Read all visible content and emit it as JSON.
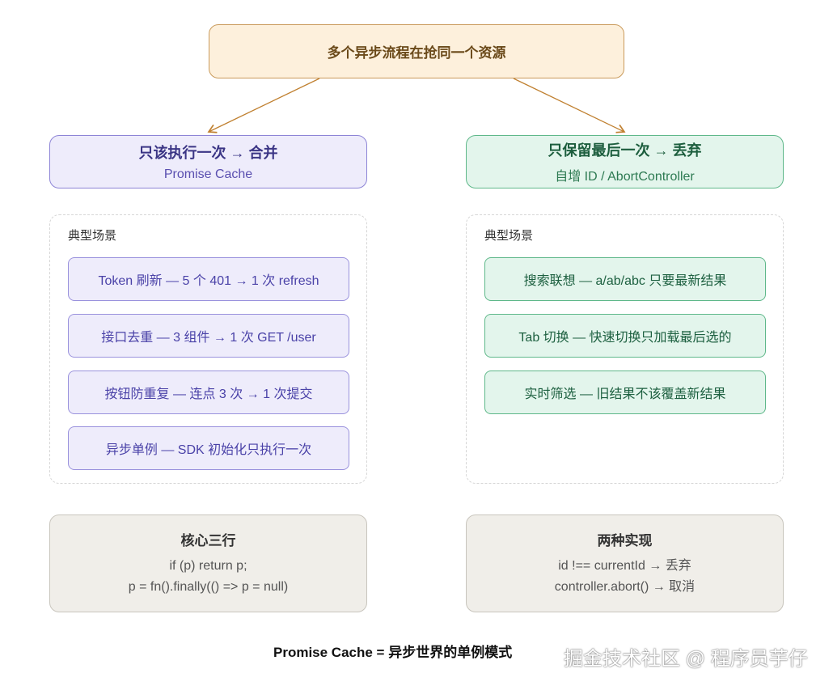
{
  "top": {
    "title": "多个异步流程在抢同一个资源"
  },
  "left": {
    "title": "只该执行一次 → 合并",
    "subtitle": "Promise Cache",
    "section_label": "典型场景",
    "items": [
      "Token 刷新 — 5 个 401 → 1 次 refresh",
      "接口去重 — 3 组件 → 1 次 GET /user",
      "按钮防重复 — 连点 3 次 → 1 次提交",
      "异步单例 — SDK 初始化只执行一次"
    ],
    "bottom": {
      "title": "核心三行",
      "lines": [
        "if (p) return p;",
        "p = fn().finally(() => p = null)"
      ]
    }
  },
  "right": {
    "title": "只保留最后一次 → 丢弃",
    "subtitle": "自增 ID / AbortController",
    "section_label": "典型场景",
    "items": [
      "搜索联想 — a/ab/abc 只要最新结果",
      "Tab 切换 — 快速切换只加载最后选的",
      "实时筛选 — 旧结果不该覆盖新结果"
    ],
    "bottom": {
      "title": "两种实现",
      "lines": [
        "id !== currentId → 丢弃",
        "controller.abort() → 取消"
      ]
    }
  },
  "footer": "Promise Cache = 异步世界的单例模式",
  "watermark": "掘金技术社区 @ 程序员芋仔",
  "colors": {
    "arrow": "#c08030",
    "purple": "#8d84d6",
    "green": "#5fb88a"
  }
}
